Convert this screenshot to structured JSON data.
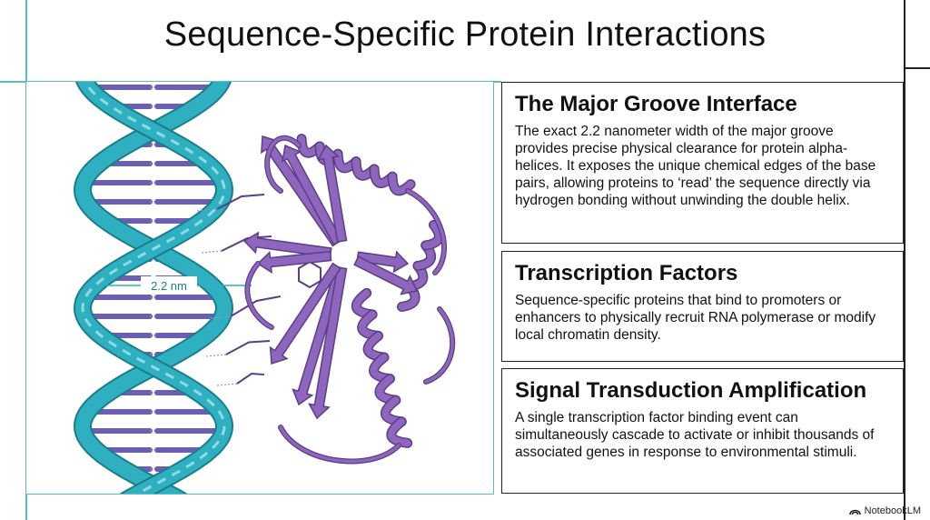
{
  "title": "Sequence-Specific Protein Interactions",
  "diagram": {
    "measurement_label": "2.2 nm",
    "colors": {
      "helix": "#2fb0c0",
      "helix_dark": "#1a7d8a",
      "base": "#6b5fb5",
      "protein": "#8e66be",
      "protein_dark": "#5a3e86"
    }
  },
  "cards": [
    {
      "heading": "The Major Groove Interface",
      "body": "The exact 2.2 nanometer width of the major groove provides precise physical clearance for protein alpha-helices. It exposes the unique chemical edges of the base pairs, allowing proteins to ‘read’ the sequence directly via hydrogen bonding without unwinding the double helix."
    },
    {
      "heading": "Transcription Factors",
      "body": "Sequence-specific proteins that bind to promoters or enhancers to physically recruit RNA polymerase or modify local chromatin density."
    },
    {
      "heading": "Signal Transduction Amplification",
      "body": "A single transcription factor binding event can simultaneously cascade to activate or inhibit thousands of associated genes in response to environmental stimuli."
    }
  ],
  "watermark": "NotebookLM"
}
